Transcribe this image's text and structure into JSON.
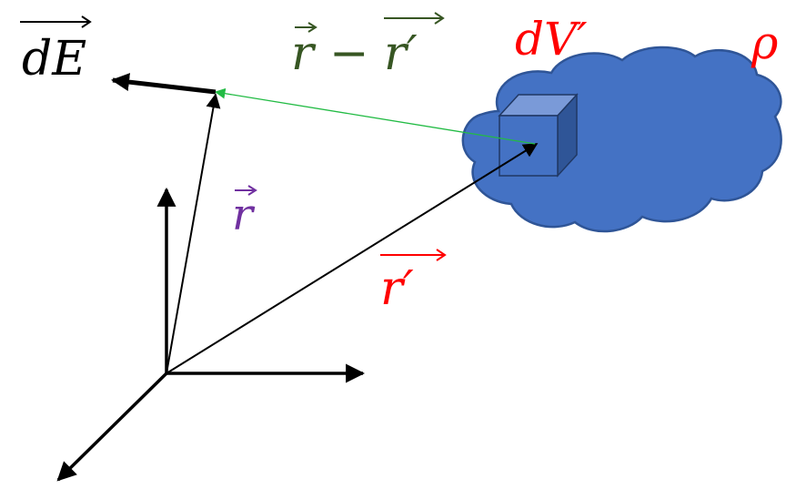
{
  "labels": {
    "field": "dE",
    "difference_left": "r",
    "difference_minus": "−",
    "difference_right": "r′",
    "volume_element": "dV′",
    "density": "ρ",
    "position": "r",
    "source_position": "r′"
  },
  "colors": {
    "background": "#ffffff",
    "axes": "#000000",
    "field_arrow": "#000000",
    "position_vector": "#000000",
    "source_vector": "#000000",
    "separation_vector": "#22bb44",
    "field_label": "#000000",
    "difference_label": "#375623",
    "volume_label": "#ff0000",
    "density_label": "#ff0000",
    "position_label": "#7030a0",
    "source_label": "#ff0000",
    "cloud_fill": "#4472c4",
    "cloud_stroke": "#2f5597",
    "cube_front": "#4472c4",
    "cube_top": "#7a9ad8",
    "cube_side": "#2f5597",
    "cube_stroke": "#203864"
  }
}
